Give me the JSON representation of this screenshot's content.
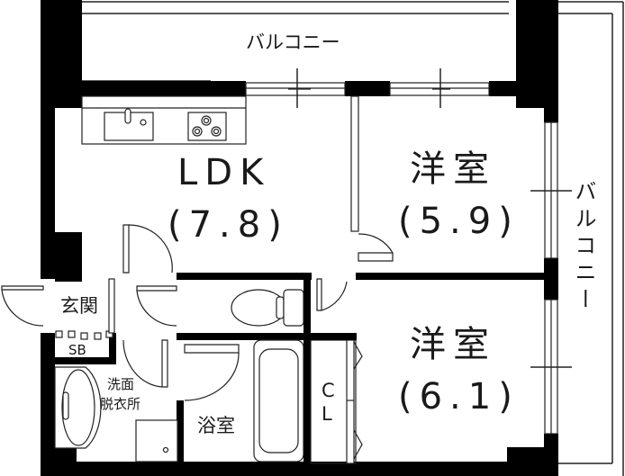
{
  "plan": {
    "balcony_top": "バルコニー",
    "balcony_right": "バルコニー",
    "rooms": {
      "ldk": {
        "name": "LDK",
        "size": "(7.8)"
      },
      "western1": {
        "name": "洋室",
        "size": "(5.9)"
      },
      "western2": {
        "name": "洋室",
        "size": "(6.1)"
      },
      "entrance": {
        "name": "玄関"
      },
      "shoebox": {
        "name": "SB"
      },
      "washroom": {
        "name_line1": "洗面",
        "name_line2": "脱衣所"
      },
      "bathroom": {
        "name": "浴室"
      },
      "closet": {
        "name_line1": "C",
        "name_line2": "L"
      }
    },
    "colors": {
      "wall": "#000000",
      "line": "#222222",
      "background": "#ffffff"
    }
  }
}
